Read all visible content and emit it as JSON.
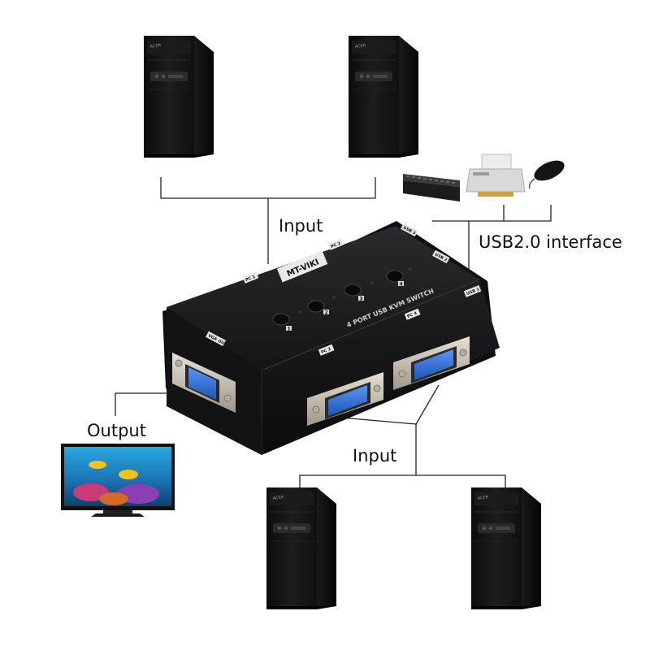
{
  "labels": {
    "input_top": "Input",
    "usb_interface": "USB2.0 interface",
    "output": "Output",
    "input_bottom": "Input"
  },
  "device": {
    "brand": "MT-VIKI",
    "model": "4 PORT USB KVM SWITCH",
    "port_labels": {
      "pc1": "PC 1",
      "pc2": "PC 2",
      "pc3": "PC 3",
      "pc4": "PC 4",
      "usb1": "USB 1",
      "usb2": "USB 2",
      "usb3": "USB 3",
      "vga_out": "VGA OUT"
    },
    "button_numbers": [
      "1",
      "2",
      "3",
      "4"
    ]
  },
  "pc_tower": {
    "brand_mark": "ACER"
  },
  "colors": {
    "line": "#222222",
    "device_body": "#1b1b1d",
    "vga_connector": "#2f6fd6",
    "connector_metal": "#c9c2b4"
  }
}
